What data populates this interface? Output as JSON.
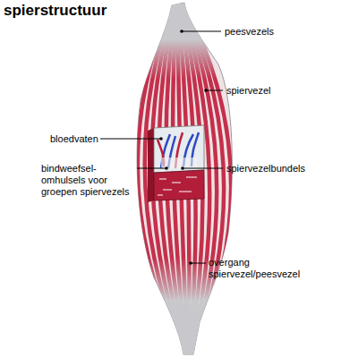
{
  "diagram": {
    "title": "spierstructuur",
    "labels": [
      "peesvezels",
      "spiervezel",
      "bloedvaten",
      "bindweefsel- omhulsels voor groepen spiervezels",
      "spiervezelbundels",
      "overgang spiervezel/peesvezel"
    ]
  }
}
